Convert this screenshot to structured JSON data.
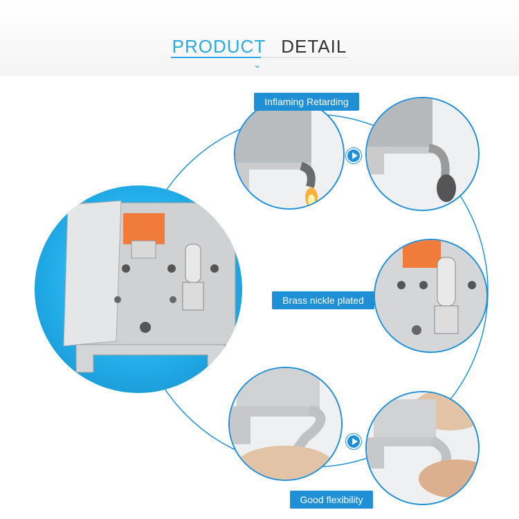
{
  "header": {
    "title_word1": "PRODUCT",
    "title_word2": "DETAIL"
  },
  "labels": {
    "inflaming": "Inflaming Retarding",
    "brass": "Brass nickle plated",
    "flexibility": "Good flexibility"
  },
  "colors": {
    "accent": "#29a9e1",
    "label_bg": "#1f8fd6",
    "lever": "#f07b3a"
  },
  "icons": [
    "chevron-down-icon",
    "play-arrow-icon"
  ]
}
